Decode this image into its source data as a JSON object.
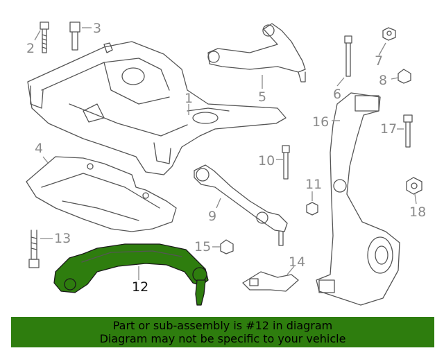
{
  "callouts": [
    {
      "id": "1",
      "label": "1"
    },
    {
      "id": "2",
      "label": "2"
    },
    {
      "id": "3",
      "label": "3"
    },
    {
      "id": "4",
      "label": "4"
    },
    {
      "id": "5",
      "label": "5"
    },
    {
      "id": "6",
      "label": "6"
    },
    {
      "id": "7",
      "label": "7"
    },
    {
      "id": "8",
      "label": "8"
    },
    {
      "id": "9",
      "label": "9"
    },
    {
      "id": "10",
      "label": "10"
    },
    {
      "id": "11",
      "label": "11"
    },
    {
      "id": "12",
      "label": "12"
    },
    {
      "id": "13",
      "label": "13"
    },
    {
      "id": "14",
      "label": "14"
    },
    {
      "id": "15",
      "label": "15"
    },
    {
      "id": "16",
      "label": "16"
    },
    {
      "id": "17",
      "label": "17"
    },
    {
      "id": "18",
      "label": "18"
    }
  ],
  "highlighted_part": "12",
  "banner": {
    "line1": "Part or sub-assembly is #12 in diagram",
    "line2": "Diagram may not be specific to your vehicle"
  },
  "colors": {
    "highlight": "#2e7d0e",
    "line_art": "#555555",
    "callout_text": "#8a8a8a"
  }
}
